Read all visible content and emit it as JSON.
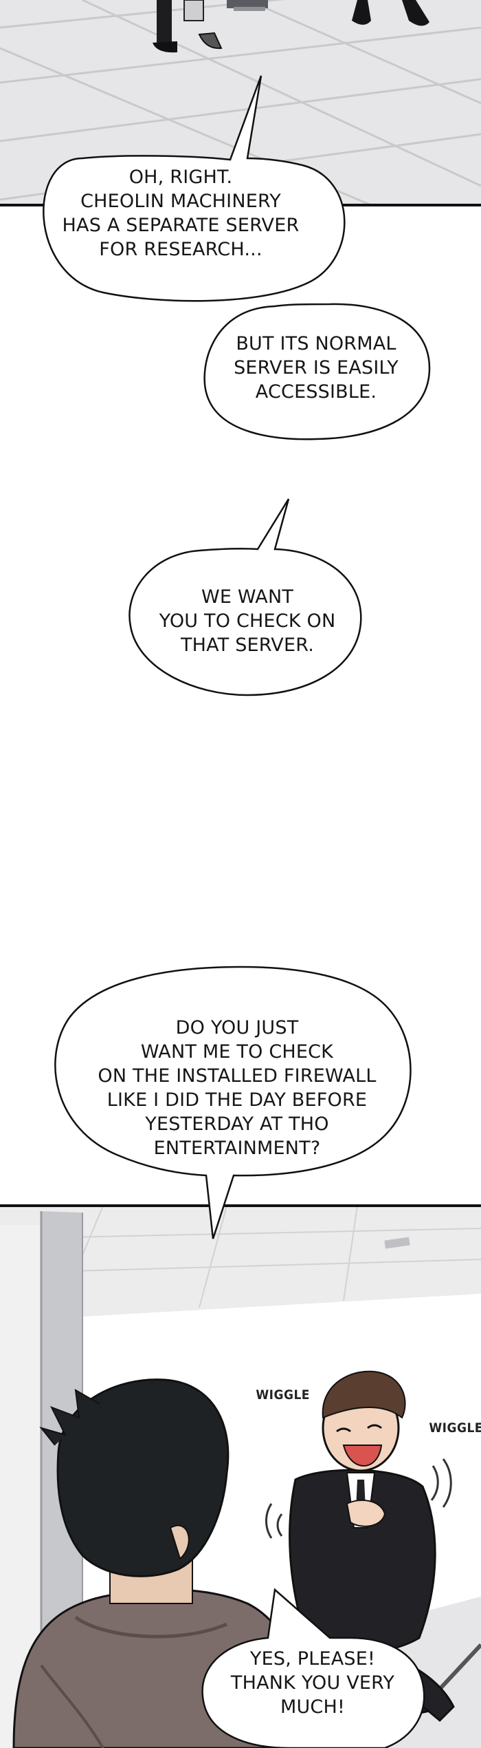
{
  "bubbles": [
    {
      "id": "b1",
      "lines": [
        "OH, RIGHT.",
        "CHEOLIN MACHINERY",
        "HAS A SEPARATE SERVER",
        "FOR RESEARCH..."
      ]
    },
    {
      "id": "b2",
      "lines": [
        "BUT ITS NORMAL",
        "SERVER IS EASILY",
        "ACCESSIBLE."
      ]
    },
    {
      "id": "b3",
      "lines": [
        "WE WANT",
        "YOU TO CHECK ON",
        "THAT SERVER."
      ]
    },
    {
      "id": "b4",
      "lines": [
        "DO YOU JUST",
        "WANT ME TO CHECK",
        "ON THE INSTALLED FIREWALL",
        "LIKE I DID THE DAY BEFORE",
        "YESTERDAY AT THO",
        "ENTERTAINMENT?"
      ]
    },
    {
      "id": "b5",
      "lines": [
        "YES, PLEASE!",
        "THANK YOU VERY",
        "MUCH!"
      ]
    }
  ],
  "sfx": {
    "left": "WIGGLE",
    "right": "WIGGLE"
  },
  "colors": {
    "background": "#ffffff",
    "floor_tile": "#e9e9ea",
    "outline": "#111111",
    "suit": "#222226",
    "hoodie": "#7d6d6a",
    "hair": "#1f2224"
  }
}
